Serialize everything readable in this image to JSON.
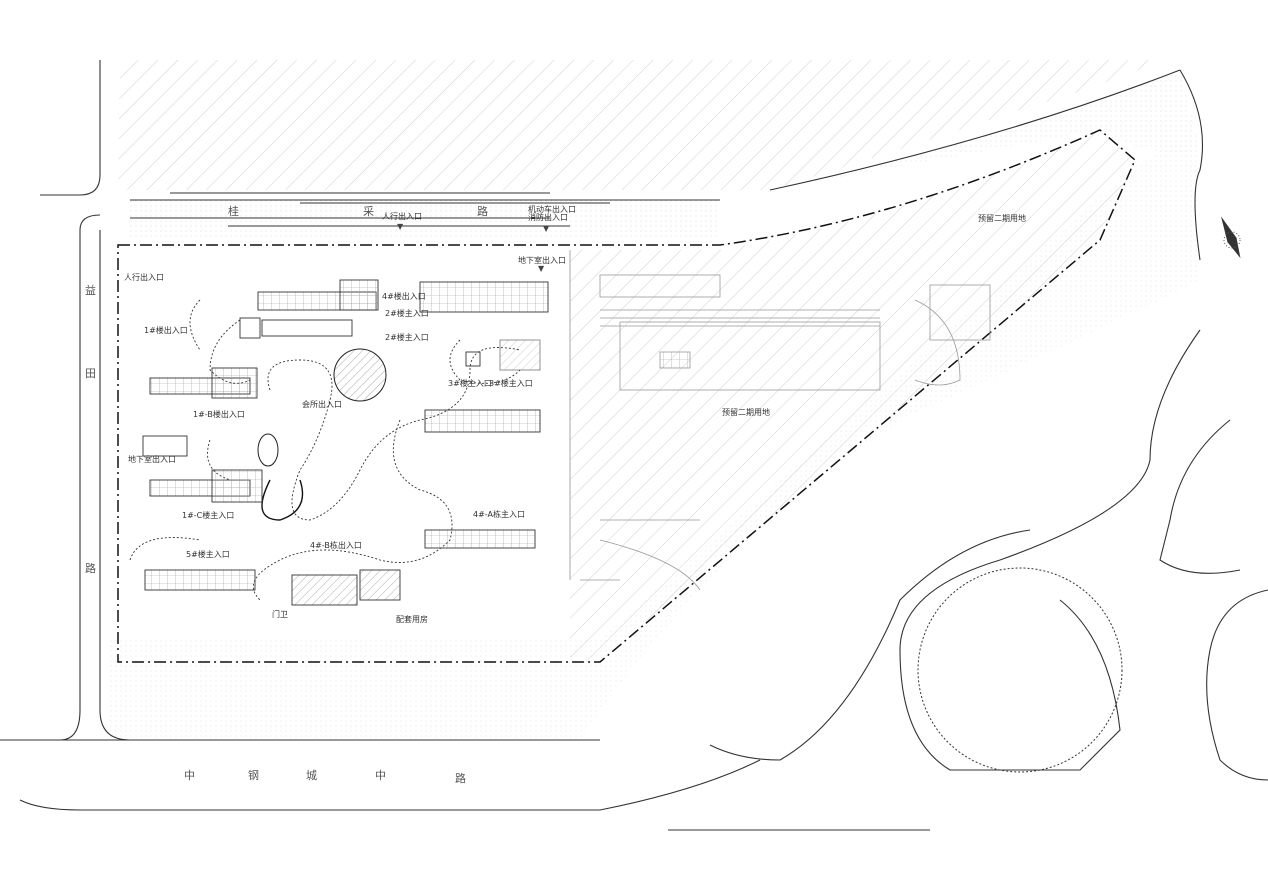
{
  "roads": {
    "north": [
      "桂",
      "采",
      "路"
    ],
    "west": [
      "益",
      "田",
      "路"
    ],
    "south": [
      "中",
      "钢",
      "城",
      "中",
      "路"
    ]
  },
  "labels": {
    "ped_entry_north": "人行出入口",
    "vehicle_entry": "机动车出入口",
    "fire_entry": "消防出入口",
    "basement_entry_ne": "地下室出入口",
    "ped_entry_west": "人行出入口",
    "bldg1_entry": "1#楼出入口",
    "bldg4_entry": "4#楼出入口",
    "bldg2_main_a": "2#楼主入口",
    "bldg2_main_b": "2#楼主入口",
    "bldg3_main_a": "3#楼主入口",
    "bldg3_main_b": "3#楼主入口",
    "club_entry": "会所出入口",
    "bldg1b_entry": "1#-B楼出入口",
    "basement_entry_w": "地下室出入口",
    "bldg1c_main": "1#-C楼主入口",
    "bldg5_main": "5#楼主入口",
    "bldg4b_entry": "4#-B栋出入口",
    "bldg4a_main": "4#-A栋主入口",
    "phase2": "预留二期用地",
    "phase2_ne": "预留二期用地",
    "bottom_facility": "配套用房",
    "bottom_left": "门卫"
  },
  "colors": {
    "line": "#222222",
    "hatch": "#bdbdbd",
    "dots": "#cfcfcf",
    "building": "#555555"
  }
}
